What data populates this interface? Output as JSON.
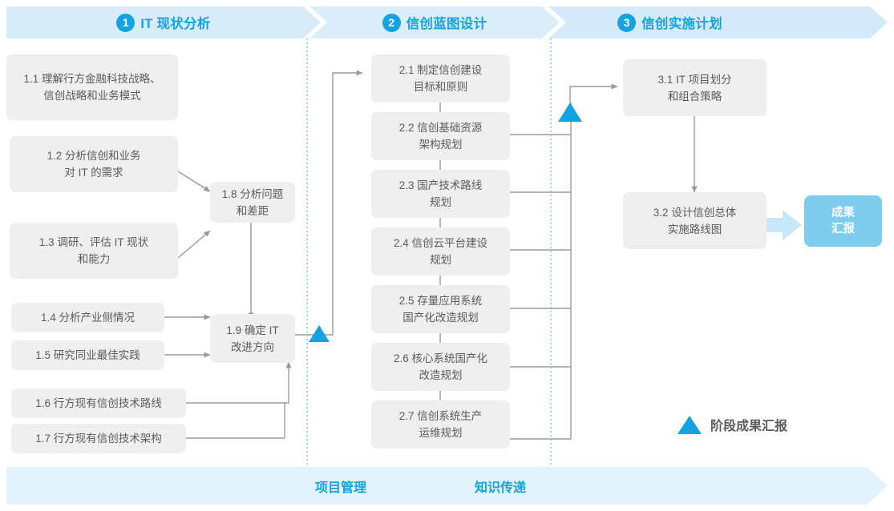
{
  "phases": [
    {
      "num": "1",
      "title": "IT 现状分析"
    },
    {
      "num": "2",
      "title": "信创蓝图设计"
    },
    {
      "num": "3",
      "title": "信创实施计划"
    }
  ],
  "nodes": [
    {
      "id": "1.1",
      "label": "1.1 理解行方金融科技战略、\n信创战略和业务模式"
    },
    {
      "id": "1.2",
      "label": "1.2 分析信创和业务\n对 IT 的需求"
    },
    {
      "id": "1.3",
      "label": "1.3 调研、评估 IT 现状\n和能力"
    },
    {
      "id": "1.4",
      "label": "1.4 分析产业侧情况"
    },
    {
      "id": "1.5",
      "label": "1.5 研究同业最佳实践"
    },
    {
      "id": "1.6",
      "label": "1.6 行方现有信创技术路线"
    },
    {
      "id": "1.7",
      "label": "1.7 行方现有信创技术架构"
    },
    {
      "id": "1.8",
      "label": "1.8 分析问题\n和差距"
    },
    {
      "id": "1.9",
      "label": "1.9 确定 IT\n改进方向"
    },
    {
      "id": "2.1",
      "label": "2.1 制定信创建设\n目标和原则"
    },
    {
      "id": "2.2",
      "label": "2.2 信创基础资源\n架构规划"
    },
    {
      "id": "2.3",
      "label": "2.3 国产技术路线\n规划"
    },
    {
      "id": "2.4",
      "label": "2.4 信创云平台建设\n规划"
    },
    {
      "id": "2.5",
      "label": "2.5 存量应用系统\n国产化改造规划"
    },
    {
      "id": "2.6",
      "label": "2.6 核心系统国产化\n改造规划"
    },
    {
      "id": "2.7",
      "label": "2.7 信创系统生产\n运维规划"
    },
    {
      "id": "3.1",
      "label": "3.1 IT 项目划分\n和组合策略"
    },
    {
      "id": "3.2",
      "label": "3.2 设计信创总体\n实施路线图"
    },
    {
      "id": "deliverable",
      "label": "成果\n汇报"
    }
  ],
  "legend": {
    "icon": "milestone-triangle-icon",
    "label": "阶段成果汇报"
  },
  "bottom_band": {
    "labels": [
      "项目管理",
      "知识传递"
    ]
  },
  "colors": {
    "accent": "#12A3E0",
    "band": "#d8ebf8",
    "bottom_band": "#e3f3fb",
    "node_bg": "#efefef",
    "node_text": "#5b5b5b",
    "deliverable_bg": "#7fcdee",
    "connector": "#8c8c8c",
    "divider": "#5fc3ea"
  }
}
